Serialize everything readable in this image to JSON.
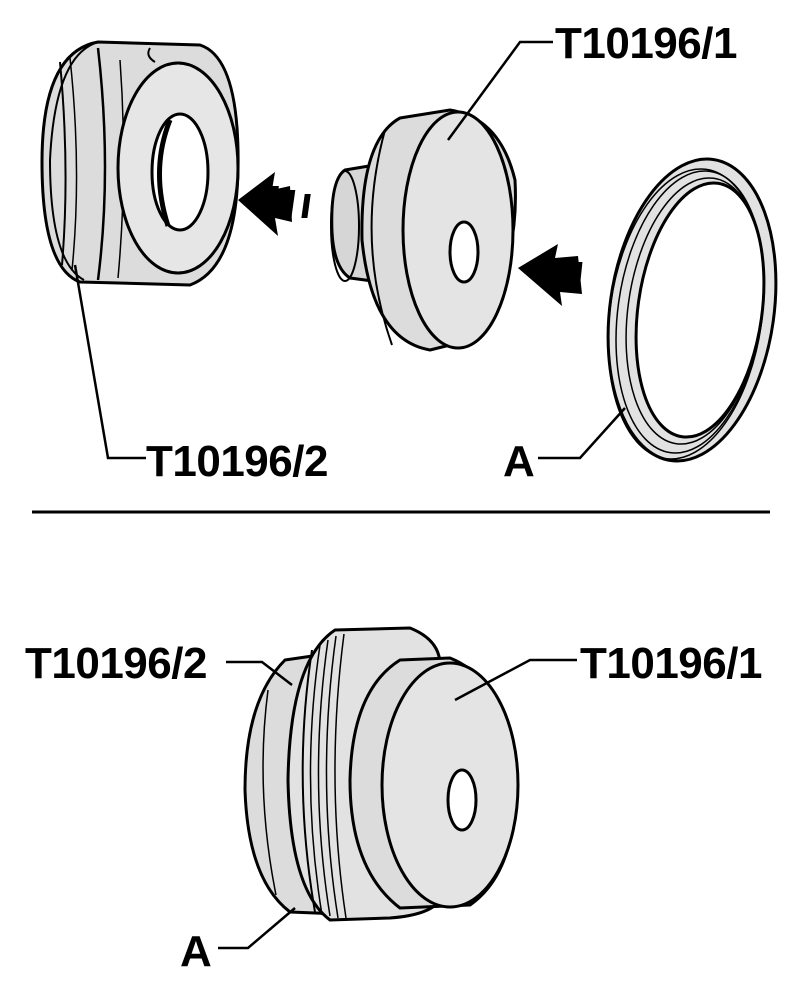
{
  "labels": {
    "top_t1": "T10196/1",
    "top_t2": "T10196/2",
    "top_a": "A",
    "bottom_t2": "T10196/2",
    "bottom_t1": "T10196/1",
    "bottom_a": "A"
  },
  "colors": {
    "part_fill": "#dcdcdc",
    "part_light": "#ececec",
    "part_dark": "#bcbcbc",
    "outline": "#000000",
    "background": "#ffffff"
  }
}
